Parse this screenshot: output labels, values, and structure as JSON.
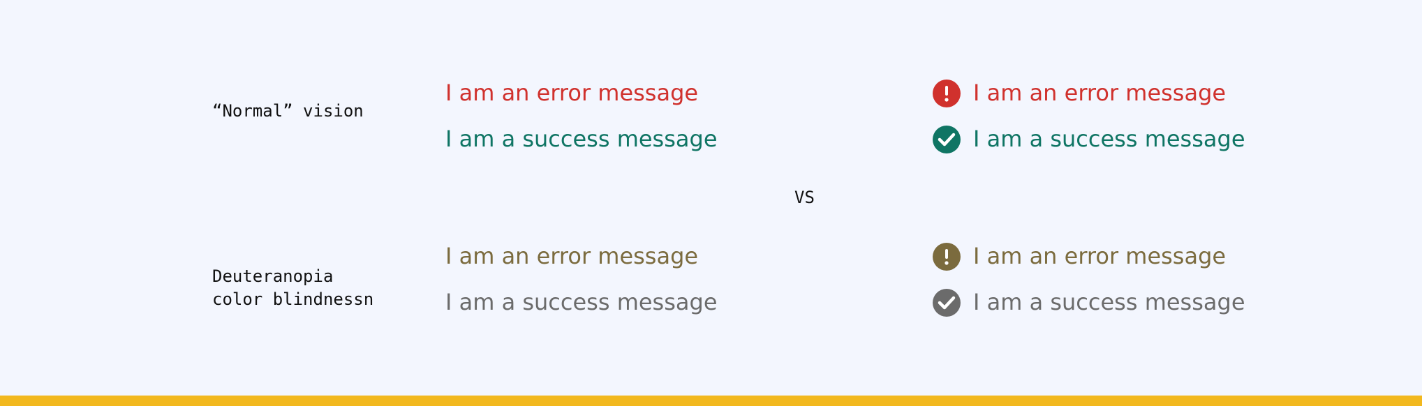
{
  "rows": {
    "normal": {
      "label": "“Normal” vision",
      "error_text": "I am an error message",
      "success_text": "I am a success message",
      "error_color": "#d0312d",
      "success_color": "#0f7564"
    },
    "deuteranopia": {
      "label": "Deuteranopia\ncolor blindnessn",
      "error_text": "I am an error message",
      "success_text": "I am a success message",
      "error_color": "#7b6b3e",
      "success_color": "#6b6b6b"
    }
  },
  "vs_label": "VS",
  "icons": {
    "error": "exclamation-icon",
    "success": "check-icon"
  },
  "accent_bar_color": "#f2b81e"
}
